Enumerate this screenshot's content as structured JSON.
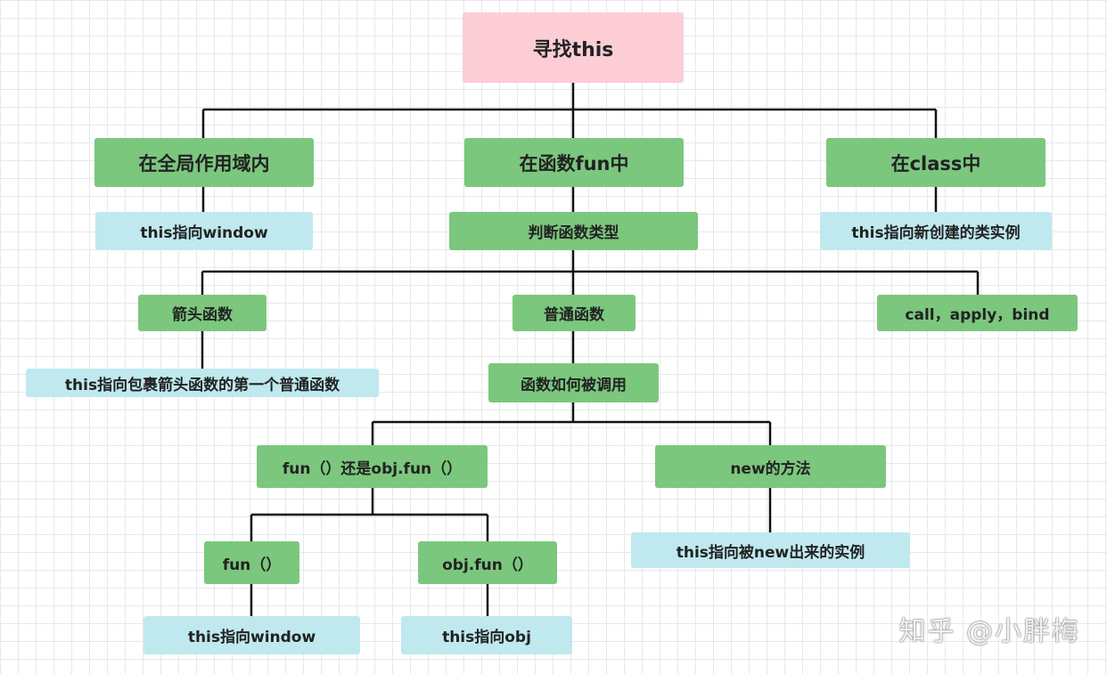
{
  "root": "寻找this",
  "scopes": {
    "global": {
      "title": "在全局作用域内",
      "result": "this指向window"
    },
    "function": {
      "title": "在函数fun中",
      "judge": "判断函数类型"
    },
    "class": {
      "title": "在class中",
      "result": "this指向新创建的类实例"
    }
  },
  "function_types": {
    "arrow": {
      "title": "箭头函数",
      "result": "this指向包裹箭头函数的第一个普通函数"
    },
    "normal": {
      "title": "普通函数",
      "how_called": "函数如何被调用"
    },
    "call_apply_bind": "call，apply，bind"
  },
  "call_ways": {
    "direct_or_method": "fun（）还是obj.fun（）",
    "new_method": {
      "title": "new的方法",
      "result": "this指向被new出来的实例"
    },
    "fun": {
      "title": "fun（）",
      "result": "this指向window"
    },
    "obj_fun": {
      "title": "obj.fun（）",
      "result": "this指向obj"
    }
  },
  "watermark": "知乎 @小胖梅",
  "colors": {
    "root": "#fccdd5",
    "decision": "#7bc77e",
    "result": "#bfe9ee",
    "line": "#111111"
  }
}
